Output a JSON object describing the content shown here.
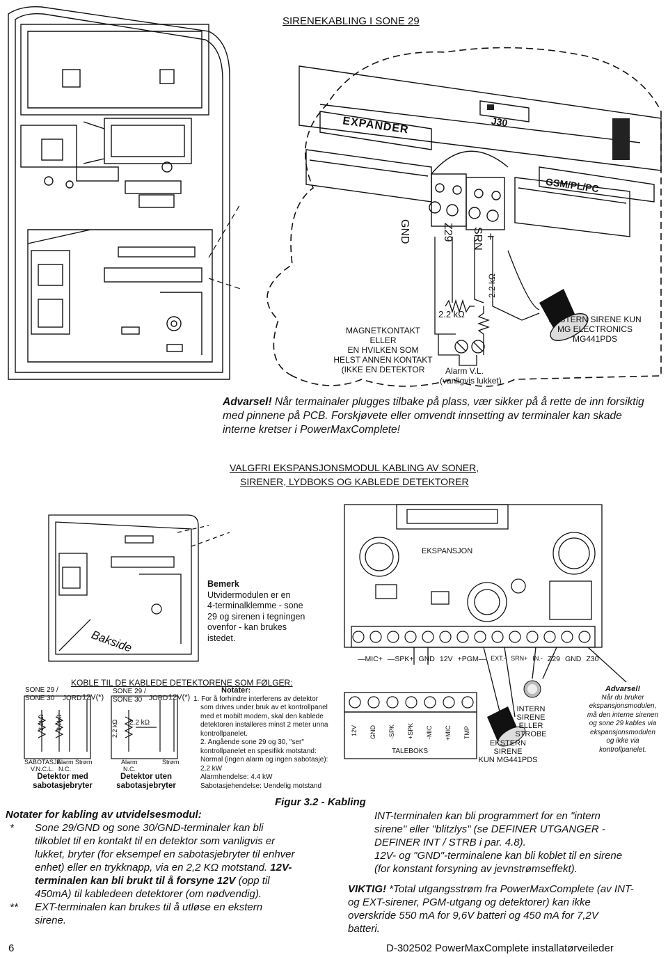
{
  "top_title": "SIRENEKABLING I SONE 29",
  "top_labels": {
    "expander": "EXPANDER",
    "j30": "J30",
    "gsm": "GSM/PL/PC",
    "gnd": "GND",
    "z29": "Z29",
    "srn": "SRN",
    "plus": "+",
    "resistor1": "2.2 kΩ",
    "resistor2": "2.2 kΩ",
    "magnet_text": [
      "MAGNETKONTAKT ELLER",
      "EN HVILKEN SOM",
      "HELST ANNEN KONTAKT",
      "(IKKE EN DETEKTOR"
    ],
    "alarm": "Alarm V.L.",
    "alarm_sub": "(vanligvis lukket)",
    "siren_text": [
      "EKSTERN SIRENE KUN",
      "MG ELECTRONICS",
      "MG441PDS"
    ]
  },
  "warning": {
    "label": "Advarsel!",
    "line1": " Når termainaler plugges tilbake på plass, vær sikker på å rette de inn forsiktig",
    "line2": "med pinnene på PCB. Forskjøvete eller omvendt innsetting av terminaler kan skade",
    "line3": "interne kretser i PowerMaxComplete!"
  },
  "mid_title_line1": "VALGFRI EKSPANSJONSMODUL KABLING AV SONER,",
  "mid_title_line2": "SIRENER, LYDBOKS OG KABLEDE DETEKTORER",
  "bakside": "Bakside",
  "ekspansjon": "EKSPANSJON",
  "bemerk": {
    "title": "Bemerk",
    "lines": [
      "Utvidermodulen er en",
      "4-terminalklemme - sone",
      "29 og sirenen i tegningen",
      "ovenfor - kan brukes",
      "istedet."
    ]
  },
  "terminal_labels": [
    "—MIC+",
    "—SPK+",
    "GND",
    "12V",
    "+PGM—",
    "EXT.-",
    "SRN+",
    "IN.-",
    "Z29",
    "GND",
    "Z30"
  ],
  "koble_title": "KOBLE TIL DE KABLEDE DETEKTORENE SOM FØLGER:",
  "detector1": {
    "zone": [
      "SONE 29 /",
      "SONE 30"
    ],
    "jord": "JORD",
    "v12": "12V(*)",
    "r1": "2.2kΩ",
    "r2": "2.2kΩ",
    "sab": "SABOTASJE",
    "vnc": "V.N.C.L.",
    "alarm": "Alarm",
    "nc": "N.C.",
    "strom": "Strøm",
    "caption": [
      "Detektor med",
      "sabotasjebryter"
    ]
  },
  "detector2": {
    "zone": [
      "SONE 29 /",
      "SONE 30"
    ],
    "jord": "JORD",
    "v12": "12V(*)",
    "r1": "2.2 kΩ",
    "r2": "2.2 kΩ",
    "alarm": "Alarm",
    "nc": "N.C.",
    "strom": "Strøm",
    "caption": [
      "Detektor uten",
      "sabotasjebryter"
    ]
  },
  "notater": {
    "title": "Notater:",
    "lines": [
      "1. For å forhindre interferens av detektor",
      "som drives under bruk av et kontrollpanel",
      "med et mobilt modem, skal den kablede",
      "detektoren installeres minst 2 meter unna",
      "kontrollpanelet.",
      "2. Angående sone 29 og 30, \"ser\"",
      "kontrollpanelet en spesifikk motstand:",
      "Normal (ingen alarm og ingen sabotasje):",
      "2,2 kW",
      "Alarmhendelse: 4.4 kW",
      "Sabotasjehendelse: Uendelig motstand"
    ]
  },
  "bottom_terminals": [
    "12V",
    "GND",
    "-SPK",
    "+SPK",
    "-MIC",
    "+MIC",
    "TMP"
  ],
  "taleboks": "TALEBOKS",
  "ekstern_sirene": [
    "EKSTERN",
    "SIRENE",
    "KUN MG441PDS"
  ],
  "intern": [
    "INTERN",
    "SIRENE",
    "ELLER",
    "STROBE"
  ],
  "right_warning": {
    "title": "Advarsel!",
    "lines": [
      "Når du bruker",
      "ekspansjonsmodulen,",
      "må den interne sirenen",
      "og sone 29 kables via",
      "ekspansjonsmodulen",
      "og ikke via",
      "kontrollpanelet."
    ]
  },
  "figure_caption": "Figur 3.2 - Kabling",
  "left_notes": {
    "title": "Notater for kabling av utvidelsesmodul:",
    "star1": "*",
    "p1": [
      "Sone 29/GND og sone 30/GND-terminaler kan bli",
      "tilkoblet til en kontakt til en detektor som vanligvis er",
      "lukket, bryter (for eksempel en sabotasjebryter til enhver",
      "enhet) eller en trykknapp, via en 2,2 KΩ motstand. "
    ],
    "p1_bold": "12V-",
    "p1_bold2": [
      "terminalen kan bli brukt til å forsyne 12V",
      "(opp til"
    ],
    "p1_end": "450mA) til kabledeen detektorer (om nødvendig).",
    "star2": "**",
    "p2": [
      "EXT-terminalen kan brukes til å utløse en ekstern",
      "sirene."
    ]
  },
  "right_notes": {
    "lines": [
      "INT-terminalen kan bli programmert for en \"intern",
      "sirene\" eller \"blitzlys\" (se DEFINER UTGANGER -",
      "DEFINER INT / STRB i par. 4.8).",
      "12V- og \"GND\"-terminalene kan bli koblet til en sirene",
      "(for konstant forsyning av jevnstrømseffekt)."
    ],
    "viktig_label": "VIKTIG!",
    "viktig_lines": [
      " *Total utgangsstrøm fra PowerMaxComplete (av INT-",
      "og EXT-sirener, PGM-utgang og detektorer) kan ikke",
      "overskride 550 mA for 9,6V batteri og 450 mA for 7,2V",
      "batteri."
    ]
  },
  "footer": {
    "page": "6",
    "doc": "D-302502 PowerMaxComplete installatørveileder"
  }
}
